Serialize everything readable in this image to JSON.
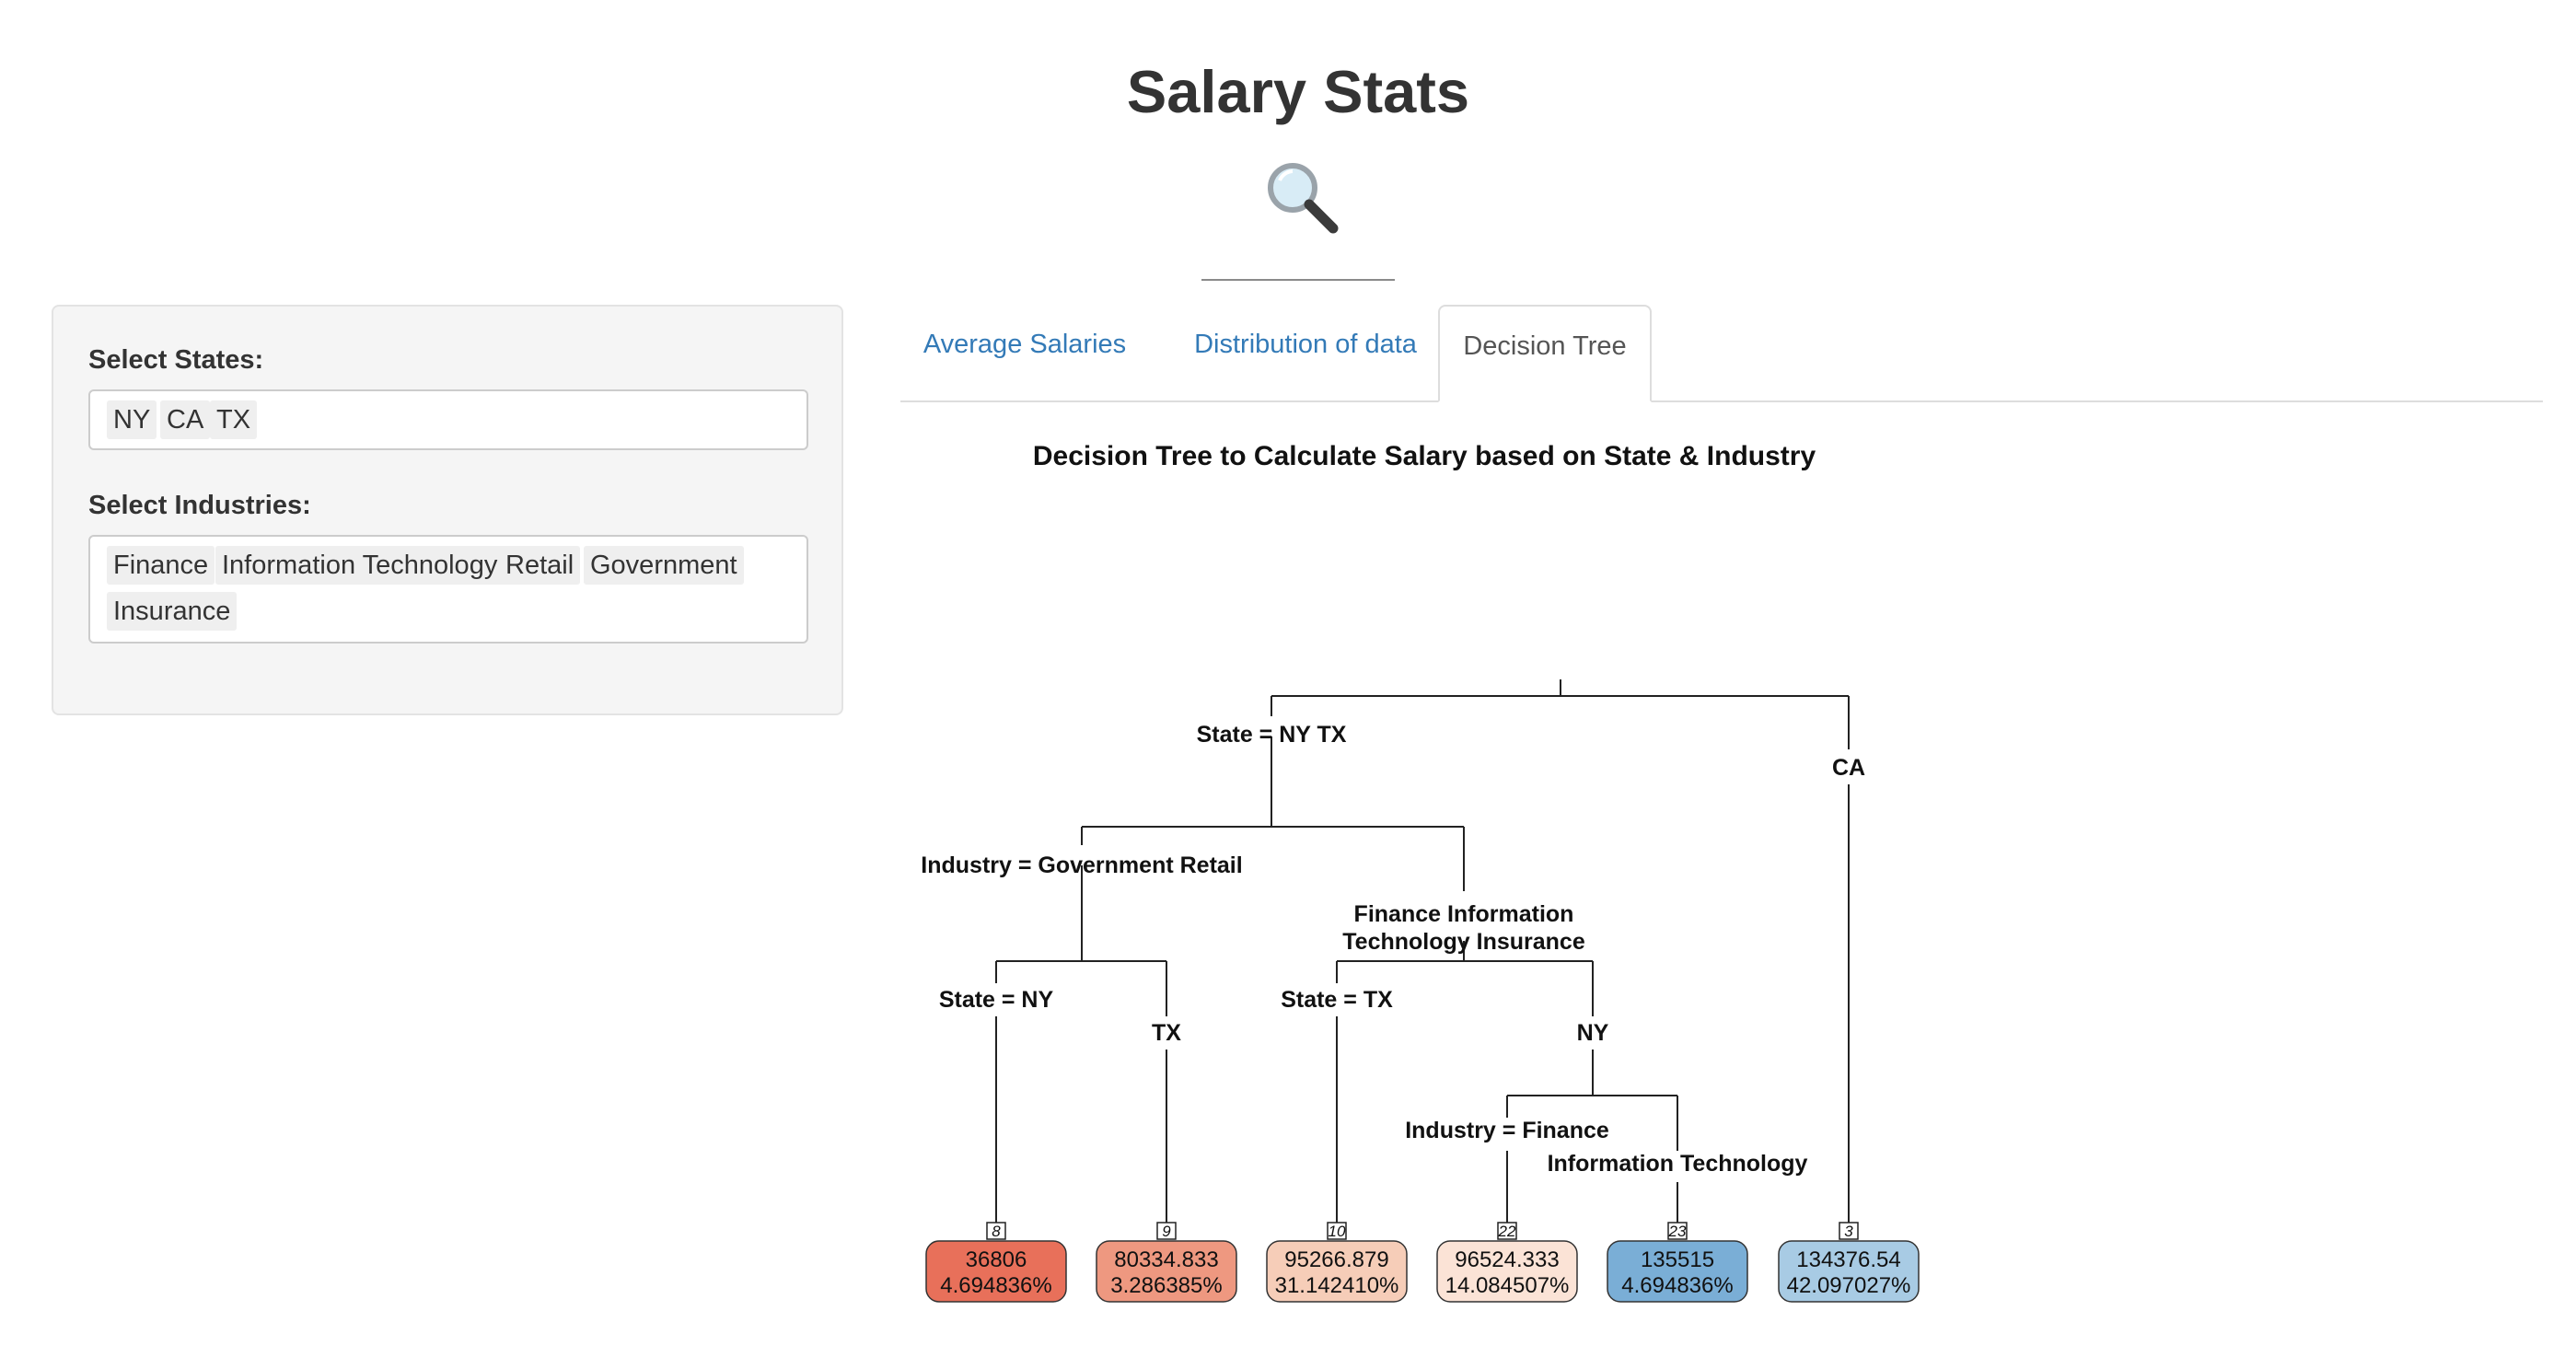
{
  "header": {
    "title": "Salary Stats",
    "icon": "magnifying-glass-icon"
  },
  "sidebar": {
    "states_label": "Select States:",
    "states": [
      "NY",
      "CA",
      "TX"
    ],
    "industries_label": "Select Industries:",
    "industries": [
      "Finance",
      "Information Technology",
      "Retail",
      "Government",
      "Insurance"
    ]
  },
  "tabs": [
    {
      "label": "Average Salaries",
      "active": false
    },
    {
      "label": "Distribution of data",
      "active": false
    },
    {
      "label": "Decision Tree",
      "active": true
    }
  ],
  "tree": {
    "title": "Decision Tree to Calculate Salary based on State & Industry",
    "splits": {
      "root_left": "State = NY TX",
      "root_right": "CA",
      "a_left": "Industry = Government Retail",
      "a_right_line1": "Finance Information",
      "a_right_line2": "Technology Insurance",
      "b_left": "State = NY",
      "b_right": "TX",
      "c_left": "State = TX",
      "c_right": "NY",
      "d_left": "Industry = Finance",
      "d_right": "Information Technology"
    },
    "leaves": [
      {
        "node": "8",
        "value": "36806",
        "percent": "4.694836%",
        "color": "#e8705a"
      },
      {
        "node": "9",
        "value": "80334.833",
        "percent": "3.286385%",
        "color": "#ee9880"
      },
      {
        "node": "10",
        "value": "95266.879",
        "percent": "31.142410%",
        "color": "#f6cdb8"
      },
      {
        "node": "22",
        "value": "96524.333",
        "percent": "14.084507%",
        "color": "#fbe3d6"
      },
      {
        "node": "23",
        "value": "135515",
        "percent": "4.694836%",
        "color": "#7aaed6"
      },
      {
        "node": "3",
        "value": "134376.54",
        "percent": "42.097027%",
        "color": "#a8cbe4"
      }
    ]
  }
}
